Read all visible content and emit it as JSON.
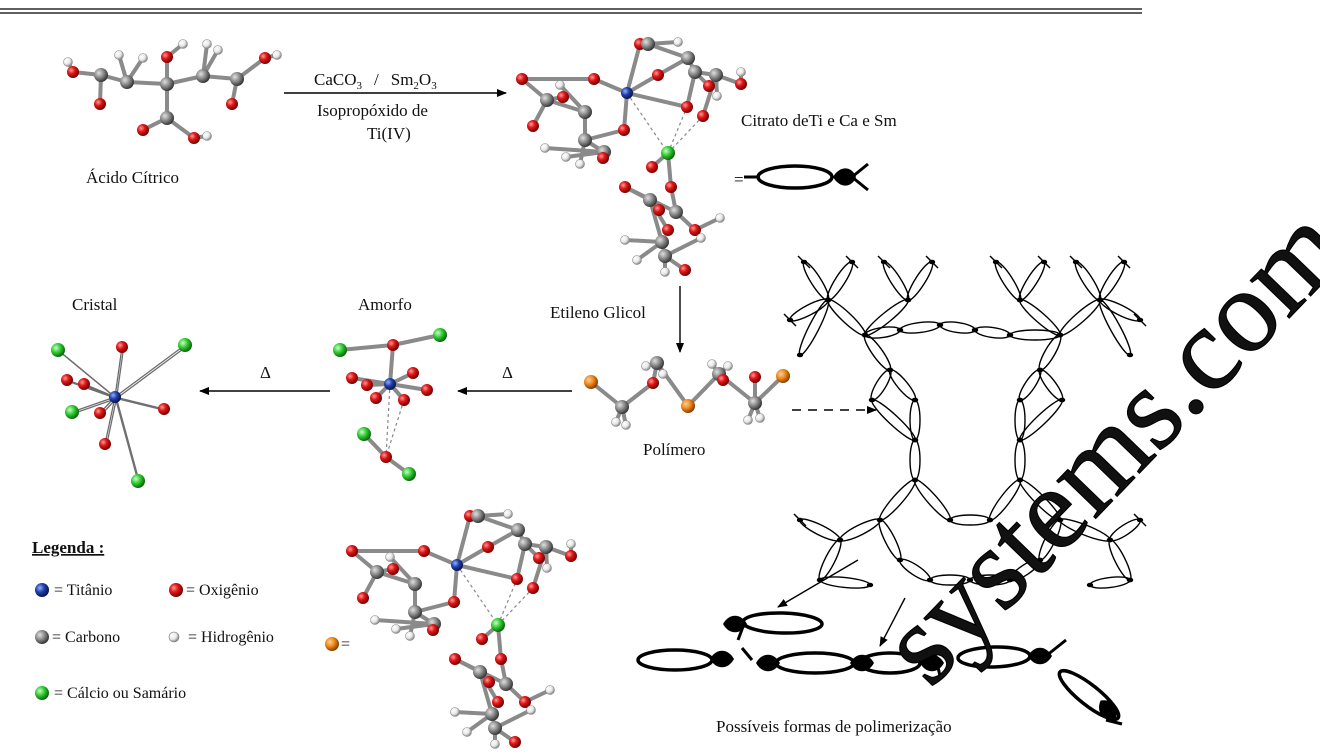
{
  "labels": {
    "citric_acid": "Ácido Cítrico",
    "reagents_line1_a": "CaCO",
    "reagents_line1_a_sub": "3",
    "reagents_line1_sep": "/",
    "reagents_line1_b": "Sm",
    "reagents_line1_b_sub1": "2",
    "reagents_line1_b_mid": "O",
    "reagents_line1_b_sub2": "3",
    "reagents_line2": "Isopropóxido de",
    "reagents_line3": "Ti(IV)",
    "citrate": "Citrato deTi e Ca e Sm",
    "equals": "=",
    "ethylene_glycol": "Etileno Glicol",
    "polymer": "Polímero",
    "amorphous": "Amorfo",
    "crystal": "Cristal",
    "delta_1": "Δ",
    "delta_2": "Δ",
    "polymerization": "Possíveis formas de polimerização",
    "watermark": "systems.com"
  },
  "legend": {
    "title": "Legenda :",
    "titanium": "= Titânio",
    "oxygen": "= Oxigênio",
    "carbon": "= Carbono",
    "hydrogen": "= Hidrogênio",
    "calcium_samarium": "= Cálcio ou Samário",
    "orange_equals": "="
  },
  "colors": {
    "titanium": "#1f3fa8",
    "oxygen": "#d21414",
    "carbon": "#8c8c8c",
    "hydrogen": "#f2f2f2",
    "calcium_samarium": "#3ad43a",
    "polymer_link": "#f08a1c"
  }
}
